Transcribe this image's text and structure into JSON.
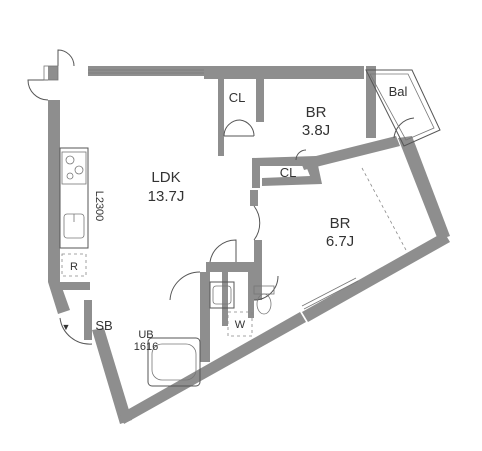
{
  "rooms": {
    "ldk": {
      "name": "LDK",
      "size": "13.7J"
    },
    "br1": {
      "name": "BR",
      "size": "3.8J"
    },
    "br2": {
      "name": "BR",
      "size": "6.7J"
    },
    "cl1": {
      "name": "CL"
    },
    "cl2": {
      "name": "CL"
    },
    "bal": {
      "name": "Bal"
    },
    "ub": {
      "name": "UB",
      "size": "1616"
    },
    "sb": {
      "name": "SB"
    },
    "r": {
      "name": "R"
    },
    "w": {
      "name": "W"
    }
  },
  "kitchen": {
    "label": "L2300"
  },
  "entry_marker": "▼"
}
